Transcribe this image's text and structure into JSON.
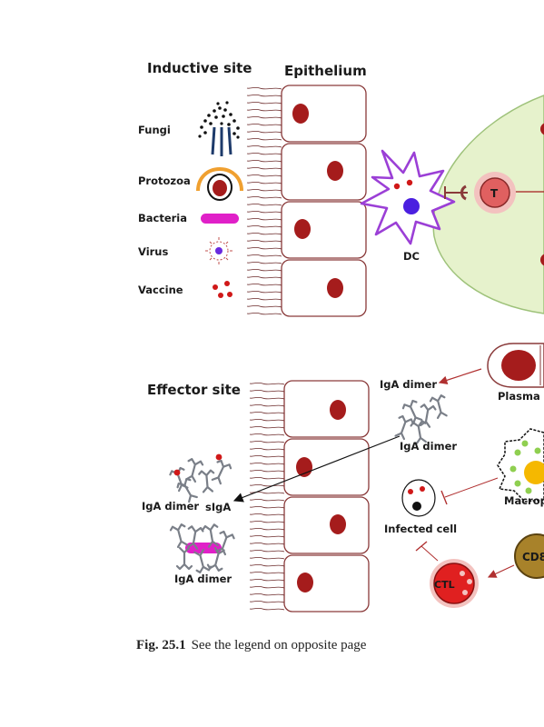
{
  "diagram": {
    "inductive_site": "Inductive site",
    "epithelium": "Epithelium",
    "pathogens": {
      "fungi": "Fungi",
      "protozoa": "Protozoa",
      "bacteria": "Bacteria",
      "virus": "Virus",
      "vaccine": "Vaccine"
    },
    "dc": "DC",
    "t_cell": "T",
    "effector_site": "Effector site",
    "iga_dimer_top": "IgA dimer",
    "iga_dimer_mid": "IgA dimer",
    "iga_dimer_left": "IgA dimer",
    "siga": "sIgA",
    "iga_dimer_bottom": "IgA dimer",
    "plasma_cell": "Plasma c",
    "macrophage": "Macrop",
    "infected_cell": "Infected cell",
    "ctl": "CTL",
    "cd8": "CD8"
  },
  "caption": {
    "number": "Fig. 25.1",
    "text": "See the legend on opposite page"
  },
  "colors": {
    "nucleus": "#a51c1c",
    "dc_outline": "#9b3fd6",
    "dc_nucleus": "#4b1fe0",
    "lymph_fill": "#e6f2cc",
    "lymph_stroke": "#9ec27a",
    "t_cell": "#e06060",
    "bacteria": "#e020c8",
    "protozoa": "#f0a030",
    "ctl": "#e02020",
    "cd8": "#a8822a",
    "macrophage_nucleus": "#f5b800",
    "macrophage_dots": "#8fcf50",
    "arrow": "#b03030"
  }
}
